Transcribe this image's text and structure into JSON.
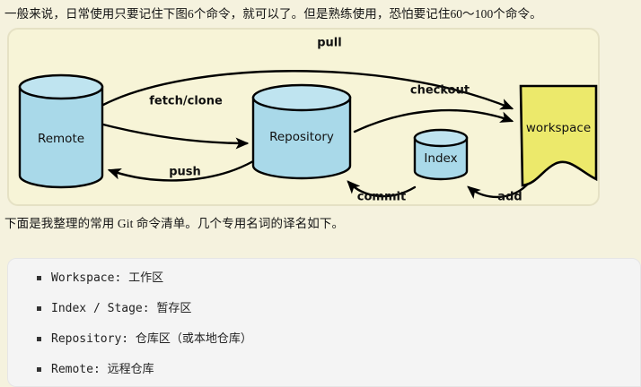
{
  "paragraphs": {
    "intro": "一般来说，日常使用只要记住下图6个命令，就可以了。但是熟练使用，恐怕要记住60～100个命令。",
    "list_intro": "下面是我整理的常用 Git 命令清单。几个专用名词的译名如下。"
  },
  "diagram": {
    "title": "git-workflow-diagram",
    "colors": {
      "panel_background": "#f7f4d7",
      "panel_border": "#e5e1c4",
      "cylinder_fill": "#a9d9e9",
      "cylinder_top_fill": "#bfe4f0",
      "workspace_fill": "#ece96b",
      "stroke": "#000000"
    },
    "nodes": [
      {
        "id": "remote",
        "label": "Remote",
        "shape": "cylinder"
      },
      {
        "id": "repository",
        "label": "Repository",
        "shape": "cylinder"
      },
      {
        "id": "index",
        "label": "Index",
        "shape": "cylinder"
      },
      {
        "id": "workspace",
        "label": "workspace",
        "shape": "document"
      }
    ],
    "edges": [
      {
        "id": "pull",
        "label": "pull",
        "from": "remote",
        "to": "workspace"
      },
      {
        "id": "fetch-clone",
        "label": "fetch/clone",
        "from": "remote",
        "to": "repository"
      },
      {
        "id": "push",
        "label": "push",
        "from": "repository",
        "to": "remote"
      },
      {
        "id": "checkout",
        "label": "checkout",
        "from": "repository",
        "to": "workspace"
      },
      {
        "id": "commit",
        "label": "commit",
        "from": "index",
        "to": "repository"
      },
      {
        "id": "add",
        "label": "add",
        "from": "workspace",
        "to": "index"
      }
    ]
  },
  "terms": {
    "items": [
      "Workspace: 工作区",
      "Index / Stage: 暂存区",
      "Repository: 仓库区（或本地仓库）",
      "Remote: 远程仓库"
    ]
  }
}
